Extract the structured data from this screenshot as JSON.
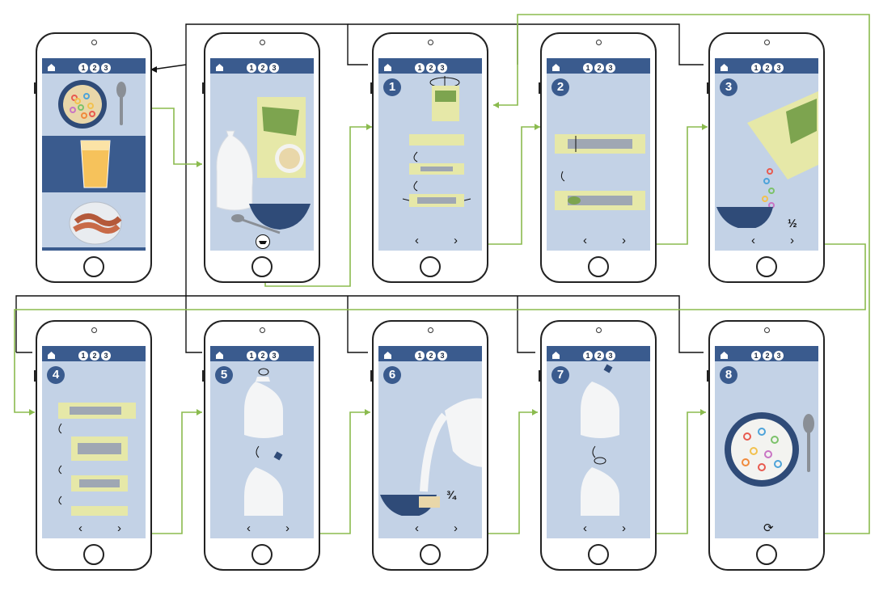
{
  "colors": {
    "bar": "#3a5b8e",
    "screen": "#c3d2e6",
    "box": "#e6e8a8",
    "box_logo": "#7da44f",
    "bowl": "#3a5b8e",
    "jug": "#f4f5f6",
    "juice": "#f6c25b",
    "bacon": "#b4593a",
    "flow_green": "#8bbb4e",
    "flow_black": "#111111"
  },
  "step_dots": [
    "1",
    "2",
    "3"
  ],
  "nav": {
    "prev": "‹",
    "next": "›",
    "restart": "⟳"
  },
  "screens": [
    {
      "id": "menu",
      "badge": "",
      "icons": [
        "cereal-bowl-icon",
        "orange-juice-icon",
        "bacon-plate-icon"
      ]
    },
    {
      "id": "overview",
      "badge": "",
      "icons": [
        "milk-jug-icon",
        "cereal-box-icon",
        "bowl-icon",
        "spoon-icon",
        "start-button-icon"
      ]
    },
    {
      "id": "step-1",
      "badge": "1",
      "icons": [
        "cereal-box-icon",
        "open-flap-arrow-icon"
      ]
    },
    {
      "id": "step-2",
      "badge": "2",
      "icons": [
        "inner-bag-icon"
      ]
    },
    {
      "id": "step-3",
      "badge": "3",
      "icons": [
        "pour-cereal-icon"
      ],
      "fill_label": "½"
    },
    {
      "id": "step-4",
      "badge": "4",
      "icons": [
        "close-box-icon"
      ]
    },
    {
      "id": "step-5",
      "badge": "5",
      "icons": [
        "milk-jug-icon",
        "cap-open-icon"
      ]
    },
    {
      "id": "step-6",
      "badge": "6",
      "icons": [
        "pour-milk-icon"
      ],
      "fill_label": "¾"
    },
    {
      "id": "step-7",
      "badge": "7",
      "icons": [
        "milk-jug-icon",
        "cap-close-icon"
      ]
    },
    {
      "id": "step-8",
      "badge": "8",
      "icons": [
        "finished-cereal-icon"
      ]
    }
  ]
}
